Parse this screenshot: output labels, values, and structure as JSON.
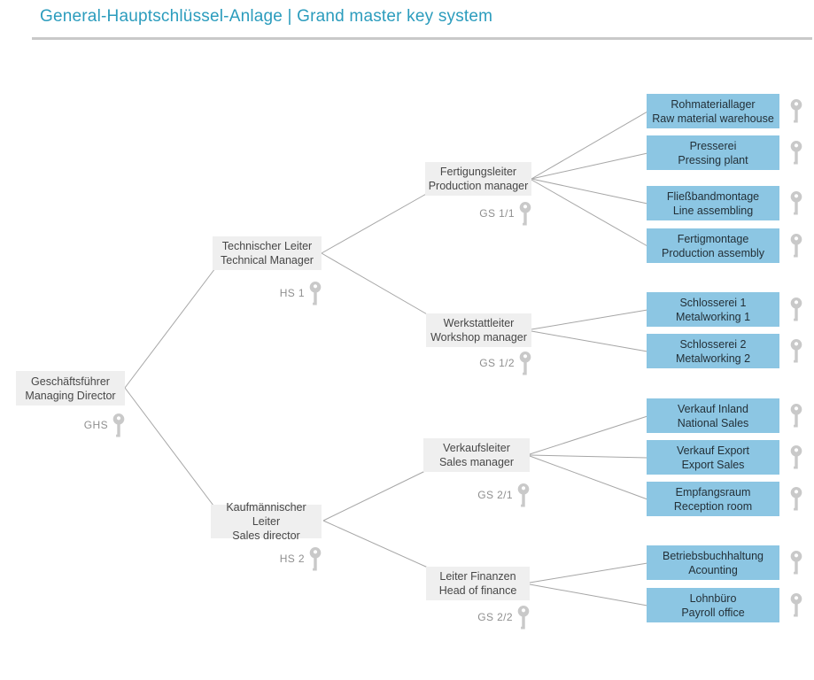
{
  "title": "General-Hauptschlüssel-Anlage | Grand master key system",
  "colors": {
    "accent": "#2b9cbd",
    "rule": "#c9c9c9",
    "node_bg": "#efefef",
    "node_text": "#474747",
    "leaf_bg": "#8cc6e3",
    "leaf_text": "#233038",
    "line": "#a6a6a6",
    "key_label": "#8f8f8f",
    "key_icon": "#c9c9c9"
  },
  "icons": {
    "key": "key-icon"
  },
  "nodes": {
    "root": {
      "line1": "Geschäftsführer",
      "line2": "Managing Director",
      "key": "GHS"
    },
    "tech": {
      "line1": "Technischer Leiter",
      "line2": "Technical Manager",
      "key": "HS 1"
    },
    "kauf": {
      "line1": "Kaufmännischer Leiter",
      "line2": "Sales director",
      "key": "HS 2"
    },
    "fert": {
      "line1": "Fertigungsleiter",
      "line2": "Production manager",
      "key": "GS 1/1"
    },
    "werk": {
      "line1": "Werkstattleiter",
      "line2": "Workshop manager",
      "key": "GS 1/2"
    },
    "verk": {
      "line1": "Verkaufsleiter",
      "line2": "Sales manager",
      "key": "GS 2/1"
    },
    "fin": {
      "line1": "Leiter Finanzen",
      "line2": "Head of finance",
      "key": "GS 2/2"
    }
  },
  "leaves": [
    {
      "line1": "Rohmateriallager",
      "line2": "Raw material warehouse"
    },
    {
      "line1": "Presserei",
      "line2": "Pressing plant"
    },
    {
      "line1": "Fließbandmontage",
      "line2": "Line assembling"
    },
    {
      "line1": "Fertigmontage",
      "line2": "Production assembly"
    },
    {
      "line1": "Schlosserei 1",
      "line2": "Metalworking 1"
    },
    {
      "line1": "Schlosserei 2",
      "line2": "Metalworking 2"
    },
    {
      "line1": "Verkauf Inland",
      "line2": "National Sales"
    },
    {
      "line1": "Verkauf Export",
      "line2": "Export Sales"
    },
    {
      "line1": "Empfangsraum",
      "line2": "Reception room"
    },
    {
      "line1": "Betriebsbuchhaltung",
      "line2": "Acounting"
    },
    {
      "line1": "Lohnbüro",
      "line2": "Payroll office"
    }
  ]
}
